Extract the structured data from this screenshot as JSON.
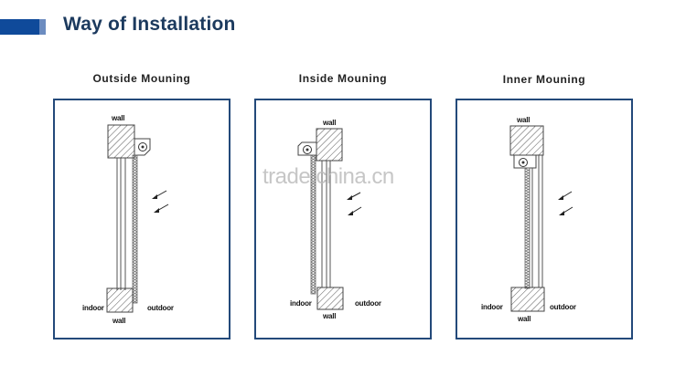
{
  "header": {
    "title": "Way of Installation",
    "accent_dark": "#0f4a9a",
    "accent_light": "#6c8cc0",
    "title_color": "#1c3a5e"
  },
  "panel_border_color": "#23497a",
  "panels": [
    {
      "label": "Outside Mouning",
      "top_wall": "wall",
      "bottom_wall": "wall",
      "indoor": "indoor",
      "outdoor": "outdoor"
    },
    {
      "label": "Inside Mouning",
      "top_wall": "wall",
      "bottom_wall": "wall",
      "indoor": "indoor",
      "outdoor": "outdoor"
    },
    {
      "label": "Inner Mouning",
      "top_wall": "wall",
      "bottom_wall": "wall",
      "indoor": "indoor",
      "outdoor": "outdoor"
    }
  ],
  "watermark": "trade.china.cn"
}
